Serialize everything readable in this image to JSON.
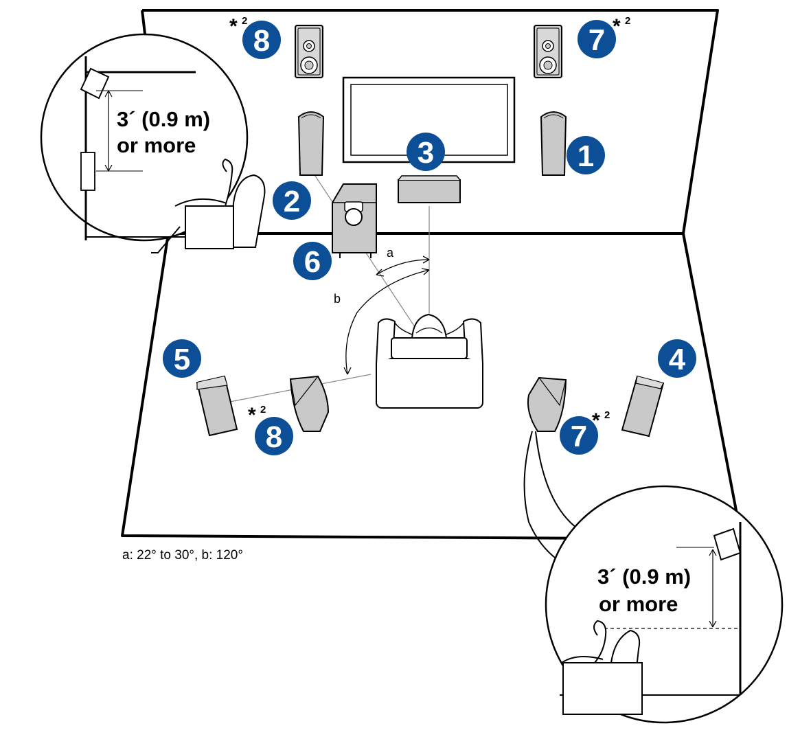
{
  "colors": {
    "badge": "#0c4f96",
    "speaker_fill": "#c9c9c9",
    "outline": "#000000",
    "line": "#888888"
  },
  "badges": {
    "front_right": "1",
    "front_left": "2",
    "center": "3",
    "surround_right": "4",
    "surround_left": "5",
    "subwoofer": "6",
    "height_right_top": "7",
    "height_left_top": "8",
    "height_right_bottom": "7",
    "height_left_bottom": "8"
  },
  "notes": {
    "asterisk": "*",
    "superscript": "2"
  },
  "angles": {
    "a_label": "a",
    "b_label": "b",
    "caption": "a: 22° to 30°, b: 120°"
  },
  "insets": {
    "top_left": {
      "line1": "3´ (0.9 m)",
      "line2": "or more"
    },
    "bottom_right": {
      "line1": "3´ (0.9 m)",
      "line2": "or more"
    }
  },
  "icons": {
    "speaker": "tower-speaker-icon",
    "bookshelf": "bookshelf-speaker-icon",
    "subwoofer": "subwoofer-icon",
    "tv": "tv-icon",
    "listener": "listener-icon"
  }
}
